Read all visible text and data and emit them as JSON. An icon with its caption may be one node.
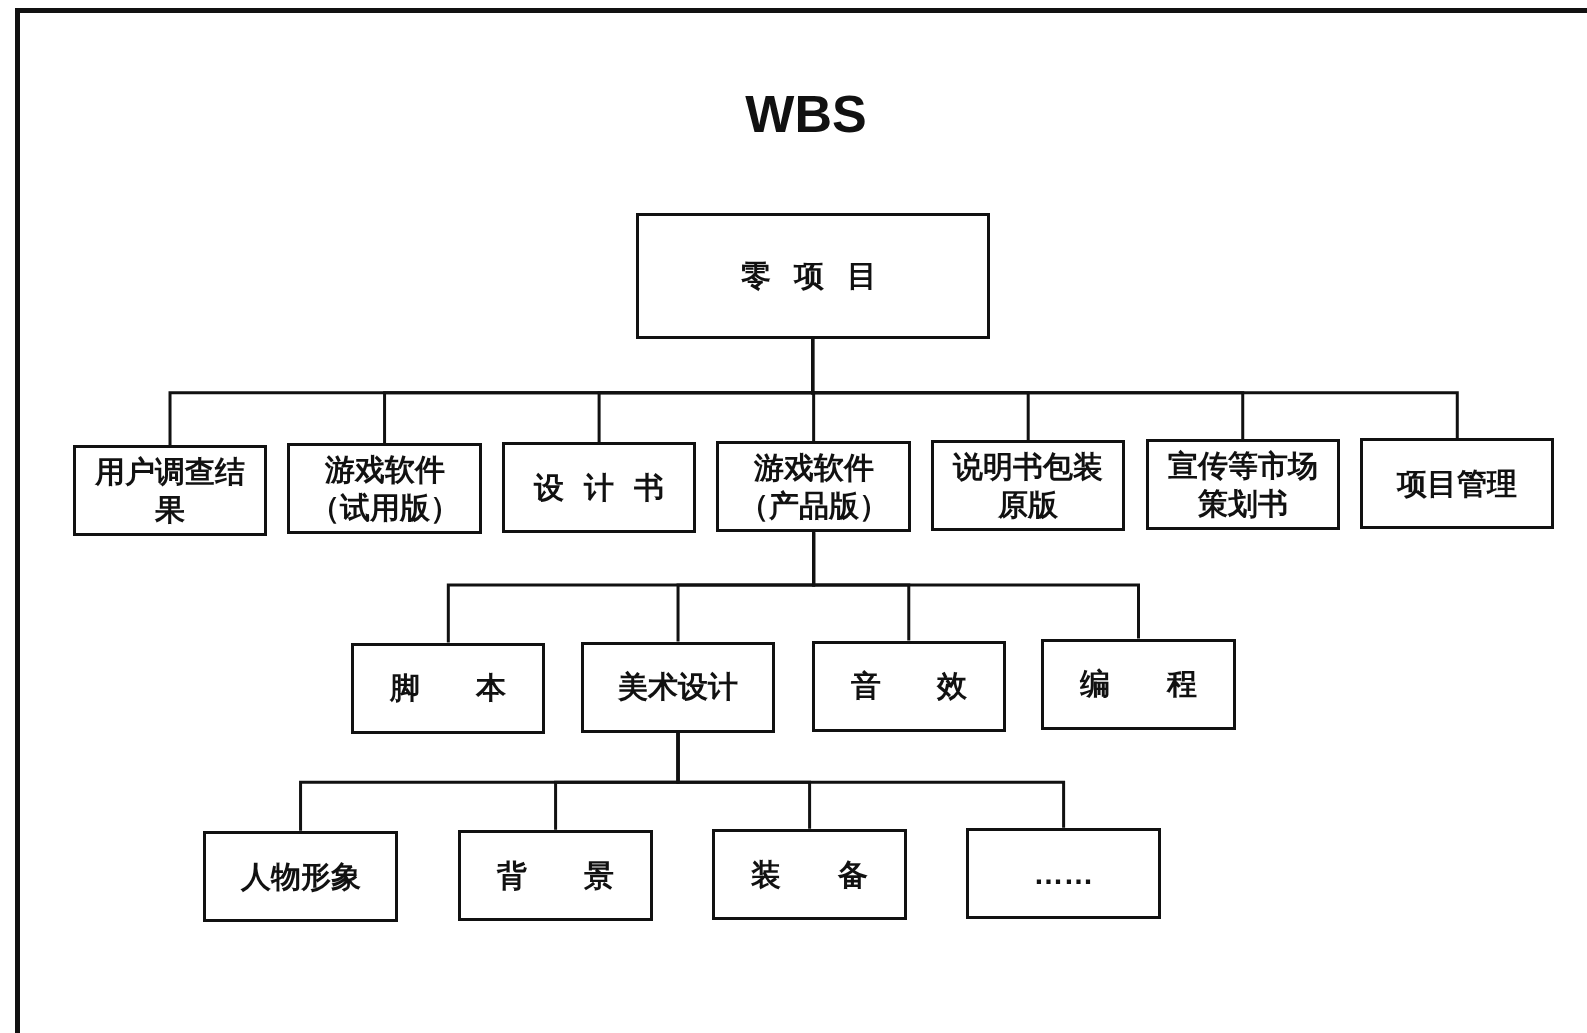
{
  "diagram": {
    "title": "WBS",
    "nodes": [
      {
        "text": [
          "零 项 目"
        ]
      },
      {
        "text": [
          "用户调查结果"
        ]
      },
      {
        "text": [
          "游戏软件（试用版）"
        ]
      },
      {
        "text": [
          "设 计 书"
        ]
      },
      {
        "text": [
          "游戏软件（产品版）"
        ]
      },
      {
        "text": [
          "说明书包装原版"
        ]
      },
      {
        "text": [
          "宣传等市场策划书"
        ]
      },
      {
        "text": [
          "项目管理"
        ]
      },
      {
        "text": [
          "脚 本"
        ]
      },
      {
        "text": [
          "美术设计"
        ]
      },
      {
        "text": [
          "音 效"
        ]
      },
      {
        "text": [
          "编 程"
        ]
      },
      {
        "text": [
          "人物形象"
        ]
      },
      {
        "text": [
          "背 景"
        ]
      },
      {
        "text": [
          "装 备"
        ]
      },
      {
        "text": [
          "……"
        ]
      }
    ],
    "edges": [
      {
        "from": 0,
        "to": 1,
        "arrow": "none"
      },
      {
        "from": 0,
        "to": 2,
        "arrow": "none"
      },
      {
        "from": 0,
        "to": 3,
        "arrow": "none"
      },
      {
        "from": 0,
        "to": 4,
        "arrow": "none"
      },
      {
        "from": 0,
        "to": 5,
        "arrow": "none"
      },
      {
        "from": 0,
        "to": 6,
        "arrow": "none"
      },
      {
        "from": 0,
        "to": 7,
        "arrow": "none"
      },
      {
        "from": 4,
        "to": 8,
        "arrow": "none"
      },
      {
        "from": 4,
        "to": 9,
        "arrow": "none"
      },
      {
        "from": 4,
        "to": 10,
        "arrow": "none"
      },
      {
        "from": 4,
        "to": 11,
        "arrow": "none"
      },
      {
        "from": 9,
        "to": 12,
        "arrow": "none"
      },
      {
        "from": 9,
        "to": 13,
        "arrow": "none"
      },
      {
        "from": 9,
        "to": 14,
        "arrow": "none"
      },
      {
        "from": 9,
        "to": 15,
        "arrow": "none"
      }
    ]
  }
}
